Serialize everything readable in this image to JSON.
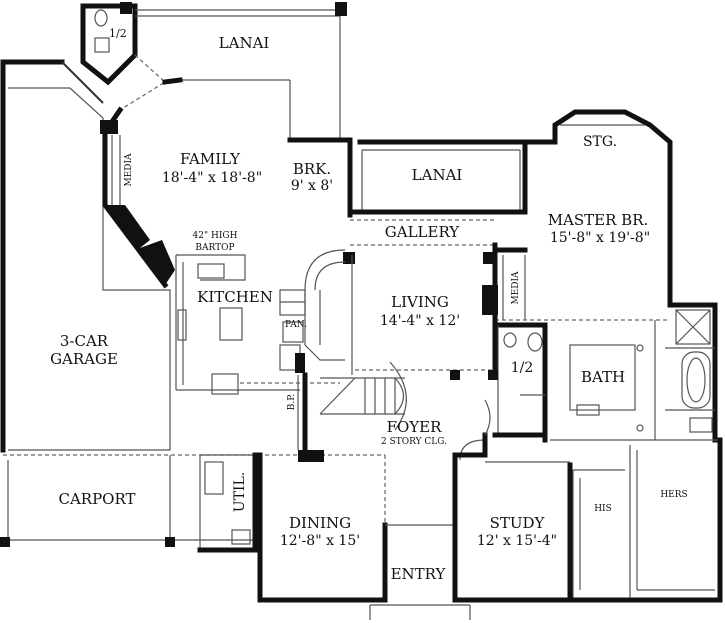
{
  "rooms": {
    "half_bath_top": "1/2",
    "lanai_top": "LANAI",
    "family_name": "FAMILY",
    "family_size": "18'-4\" x 18'-8\"",
    "media_left": "MEDIA",
    "brk_name": "BRK.",
    "brk_size": "9' x 8'",
    "lanai_mid": "LANAI",
    "stg": "STG.",
    "master_name": "MASTER BR.",
    "master_size": "15'-8\" x 19'-8\"",
    "bartop_1": "42\" HIGH",
    "bartop_2": "BARTOP",
    "gallery": "GALLERY",
    "kitchen": "KITCHEN",
    "living_name": "LIVING",
    "living_size": "14'-4\" x 12'",
    "media_right": "MEDIA",
    "pan": "PAN.",
    "garage_1": "3-CAR",
    "garage_2": "GARAGE",
    "half_bath_mid": "1/2",
    "bath": "BATH",
    "bp": "B.P.",
    "foyer_name": "FOYER",
    "foyer_note": "2 STORY CLG.",
    "carport": "CARPORT",
    "util": "UTIL.",
    "his": "HIS",
    "hers": "HERS",
    "dining_name": "DINING",
    "dining_size": "12'-8\" x 15'",
    "study_name": "STUDY",
    "study_size": "12' x 15'-4\"",
    "entry": "ENTRY"
  }
}
